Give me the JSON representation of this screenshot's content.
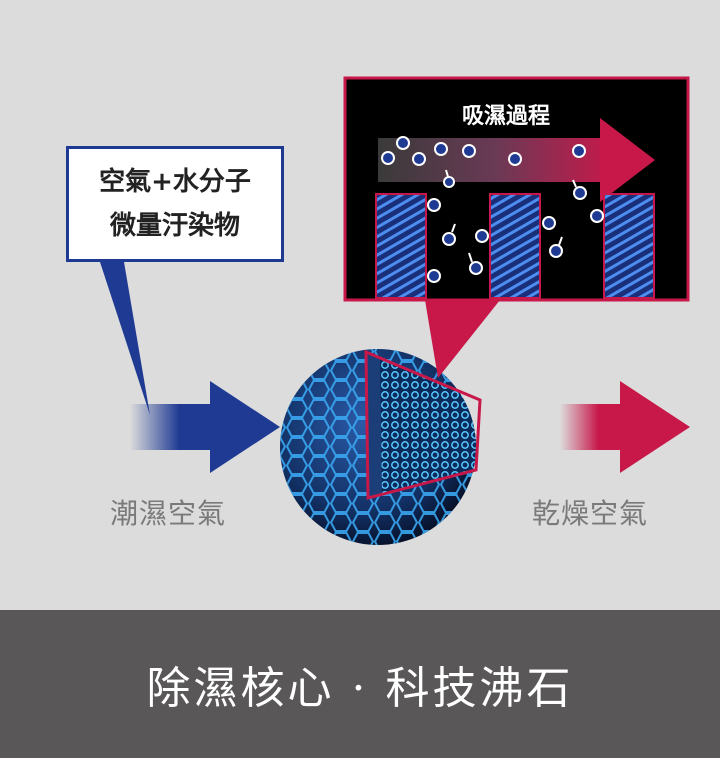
{
  "callout": {
    "line1": "空氣+水分子",
    "line2": "微量汙染物"
  },
  "process": {
    "title": "吸濕過程"
  },
  "labels": {
    "humid": "潮濕空氣",
    "dry": "乾燥空氣"
  },
  "footer": {
    "title": "除濕核心 · 科技沸石"
  },
  "colors": {
    "blue": "#1f3a93",
    "crimson": "#c8184a",
    "footer_bg": "#595757",
    "background": "#dcdcdc"
  }
}
